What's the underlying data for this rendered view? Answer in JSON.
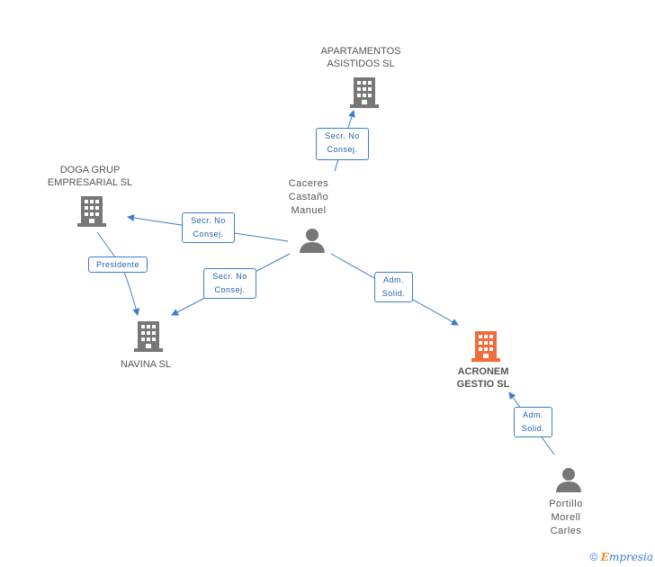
{
  "nodes": {
    "apartamentos": {
      "label": "APARTAMENTOS\nASISTIDOS SL",
      "type": "company",
      "color": "#777777"
    },
    "doga": {
      "label": "DOGA GRUP\nEMPRESARIAL SL",
      "type": "company",
      "color": "#777777"
    },
    "navina": {
      "label": "NAVINA SL",
      "type": "company",
      "color": "#777777"
    },
    "acronem": {
      "label": "ACRONEM\nGESTIO SL",
      "type": "company",
      "color": "#f26b3a"
    },
    "caceres": {
      "label": "Caceres\nCastaño\nManuel",
      "type": "person",
      "color": "#777777"
    },
    "portillo": {
      "label": "Portillo\nMorell\nCarles",
      "type": "person",
      "color": "#777777"
    }
  },
  "relations": [
    {
      "id": "caceres-apartamentos",
      "label": "Secr. No\nConsej."
    },
    {
      "id": "caceres-doga",
      "label": "Secr. No\nConsej."
    },
    {
      "id": "caceres-navina",
      "label": "Secr. No\nConsej."
    },
    {
      "id": "caceres-acronem",
      "label": "Adm.\nSolid."
    },
    {
      "id": "doga-navina",
      "label": "Presidente"
    },
    {
      "id": "portillo-acronem",
      "label": "Adm.\nSolid."
    }
  ],
  "footer": {
    "copyright": "©",
    "brand_e": "E",
    "brand_rest": "mpresia"
  },
  "colors": {
    "edge": "#3a7dd1",
    "focus": "#f26b3a"
  }
}
